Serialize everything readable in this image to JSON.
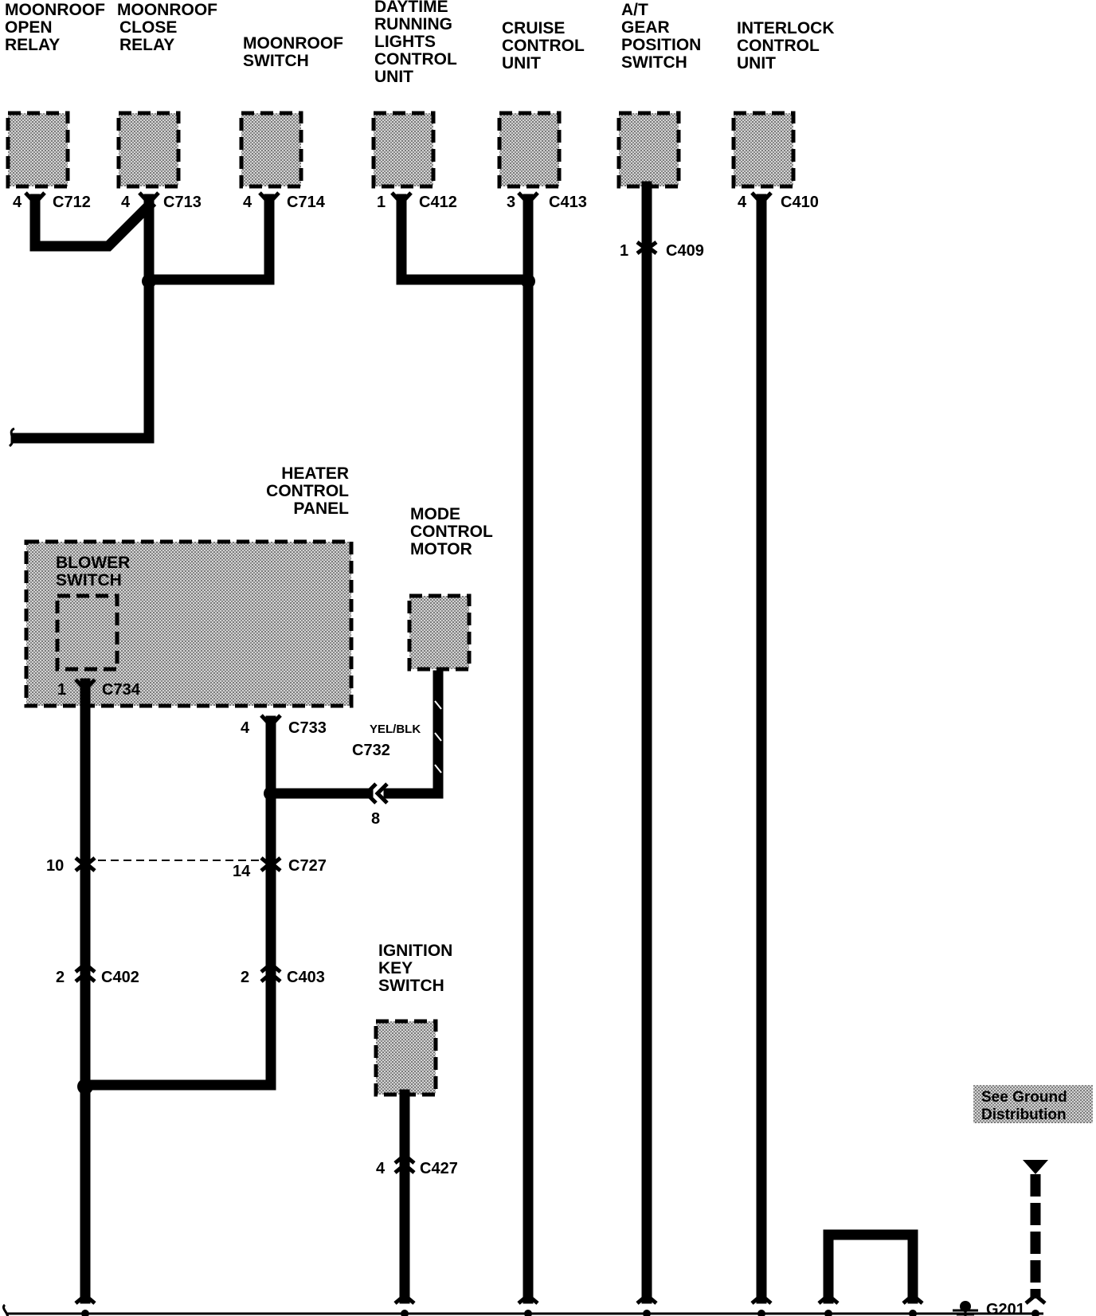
{
  "components": {
    "moonroof_open_relay": {
      "label": [
        "MOONROOF",
        "OPEN",
        "RELAY"
      ],
      "pin": "4",
      "connector": "C712"
    },
    "moonroof_close_relay": {
      "label": [
        "MOONROOF",
        "CLOSE",
        "RELAY"
      ],
      "pin": "4",
      "connector": "C713"
    },
    "moonroof_switch": {
      "label": [
        "MOONROOF",
        "SWITCH"
      ],
      "pin": "4",
      "connector": "C714"
    },
    "drl_control_unit": {
      "label": [
        "DAYTIME",
        "RUNNING",
        "LIGHTS",
        "CONTROL",
        "UNIT"
      ],
      "pin": "1",
      "connector": "C412"
    },
    "cruise_control_unit": {
      "label": [
        "CRUISE",
        "CONTROL",
        "UNIT"
      ],
      "pin": "3",
      "connector": "C413"
    },
    "at_gear_position_switch": {
      "label": [
        "A/T",
        "GEAR",
        "POSITION",
        "SWITCH"
      ],
      "inline_pin": "1",
      "inline_connector": "C409"
    },
    "interlock_control_unit": {
      "label": [
        "INTERLOCK",
        "CONTROL",
        "UNIT"
      ],
      "pin": "4",
      "connector": "C410"
    },
    "heater_control_panel": {
      "label": [
        "HEATER",
        "CONTROL",
        "PANEL"
      ],
      "pin": "4",
      "connector": "C733"
    },
    "blower_switch": {
      "label": [
        "BLOWER",
        "SWITCH"
      ],
      "pin": "1",
      "connector": "C734"
    },
    "mode_control_motor": {
      "label": [
        "MODE",
        "CONTROL",
        "MOTOR"
      ],
      "wire_color": "YEL/BLK",
      "connector": "C732",
      "pin": "8"
    },
    "ignition_key_switch": {
      "label": [
        "IGNITION",
        "KEY",
        "SWITCH"
      ],
      "pin": "4",
      "connector": "C427"
    }
  },
  "inline_connectors": {
    "c727": {
      "name": "C727",
      "pin_left": "10",
      "pin_right": "14"
    },
    "c402": {
      "name": "C402",
      "pin": "2"
    },
    "c403": {
      "name": "C403",
      "pin": "2"
    }
  },
  "ground": {
    "name": "G201",
    "note": [
      "See Ground",
      "Distribution"
    ]
  },
  "colors": {
    "ink": "#000000",
    "stipple": "#bdbdbd",
    "paper": "#ffffff"
  }
}
